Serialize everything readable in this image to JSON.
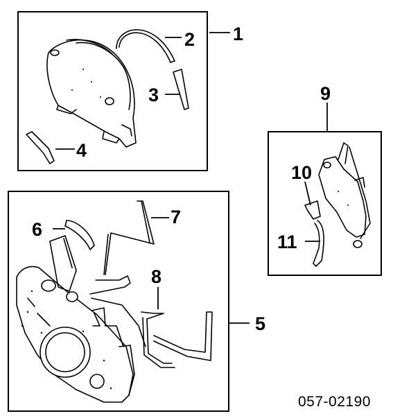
{
  "callouts": {
    "c1": "1",
    "c2": "2",
    "c3": "3",
    "c4": "4",
    "c5": "5",
    "c6": "6",
    "c7": "7",
    "c8": "8",
    "c9": "9",
    "c10": "10",
    "c11": "11"
  },
  "diagram_number": "057-02190"
}
